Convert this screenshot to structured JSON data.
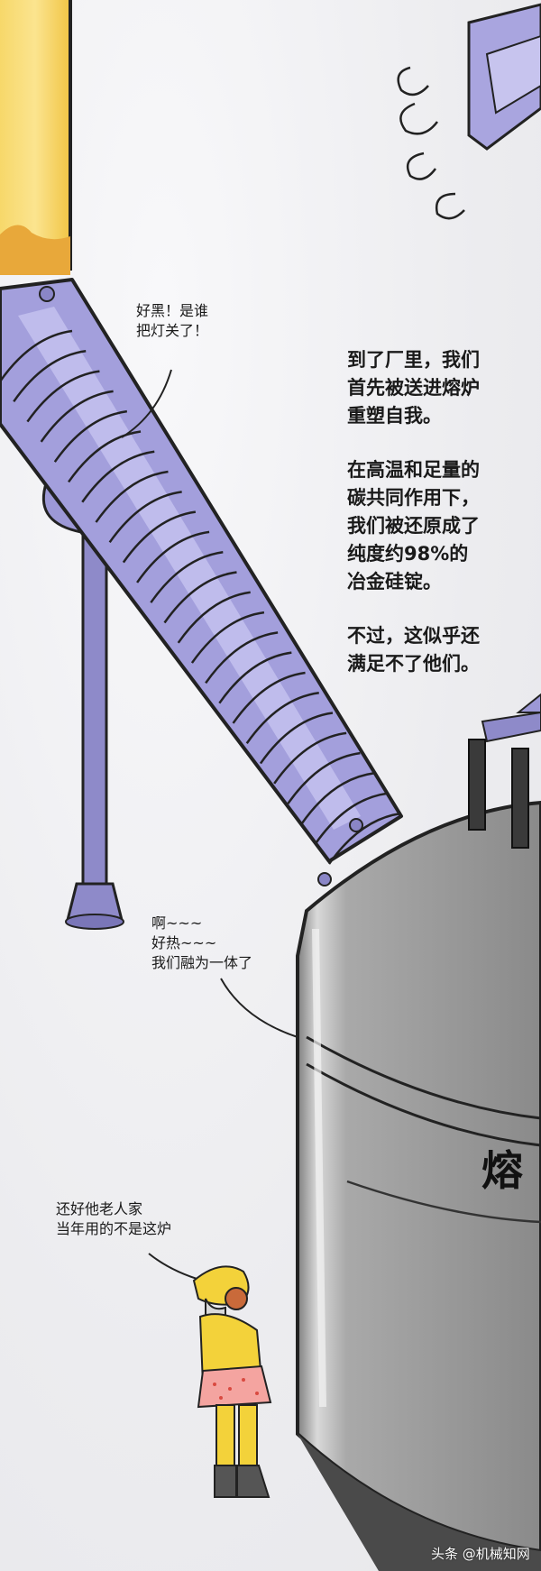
{
  "bubbles": {
    "dark": "好黑！是谁\n把灯关了！",
    "hot": "啊~~~\n好热~~~\n我们融为一体了",
    "old_man": "还好他老人家\n当年用的不是这炉"
  },
  "narration": {
    "p1": "到了厂里，我们\n首先被送进熔炉\n重塑自我。",
    "p2": "在高温和足量的\n碳共同作用下，\n我们被还原成了\n纯度约98%的\n冶金硅锭。",
    "p3": "不过，这似乎还\n满足不了他们。"
  },
  "furnace": {
    "label": "熔"
  },
  "watermark": "头条 @机械知网",
  "colors": {
    "pipe": "#a39fdc",
    "furnace": "#9c9c9c",
    "yellow_column": "#f6cf58",
    "character_yellow": "#f3d23a",
    "skirt": "#f4a4a0"
  }
}
